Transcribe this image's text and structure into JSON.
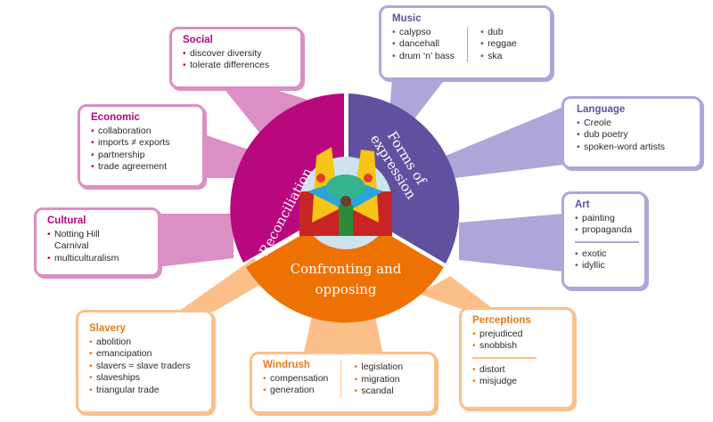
{
  "colors": {
    "reconciliation": "#b8087d",
    "reconciliation_light": "#dc8fc4",
    "expression": "#61509f",
    "expression_light": "#aea6d8",
    "confronting": "#ee7203",
    "confronting_light": "#fbc08a"
  },
  "center": {
    "photo": "carnival-photo",
    "segments": [
      {
        "id": "reconciliation",
        "label": "Reconciliation"
      },
      {
        "id": "expression",
        "label_line1": "Forms of",
        "label_line2": "expression"
      },
      {
        "id": "confronting",
        "label_line1": "Confronting and",
        "label_line2": "opposing"
      }
    ]
  },
  "boxes": {
    "social": {
      "title": "Social",
      "items": [
        "discover diversity",
        "tolerate differences"
      ]
    },
    "economic": {
      "title": "Economic",
      "items": [
        "collaboration",
        "imports ≠ exports",
        "partnership",
        "trade agreement"
      ]
    },
    "cultural": {
      "title": "Cultural",
      "items": [
        "Notting Hill",
        "Carnival",
        "multiculturalism"
      ]
    },
    "music": {
      "title": "Music",
      "col1": [
        "calypso",
        "dancehall",
        "drum ‘n’ bass"
      ],
      "col2": [
        "dub",
        "reggae",
        "ska"
      ]
    },
    "language": {
      "title": "Language",
      "items": [
        "Creole",
        "dub poetry",
        "spoken-word artists"
      ]
    },
    "art": {
      "title": "Art",
      "group1": [
        "painting",
        "propaganda"
      ],
      "group2": [
        "exotic",
        "idyllic"
      ]
    },
    "perceptions": {
      "title": "Perceptions",
      "group1": [
        "prejudiced",
        "snobbish"
      ],
      "group2": [
        "distort",
        "misjudge"
      ]
    },
    "windrush": {
      "title": "Windrush",
      "col1": [
        "compensation",
        "generation"
      ],
      "col2": [
        "legislation",
        "migration",
        "scandal"
      ]
    },
    "slavery": {
      "title": "Slavery",
      "items": [
        "abolition",
        "emancipation",
        "slavers = slave traders",
        "slaveships",
        "triangular trade"
      ]
    }
  }
}
